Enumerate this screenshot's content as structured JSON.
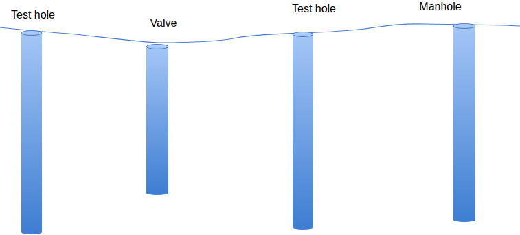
{
  "diagram": {
    "labels": [
      "Test hole",
      "Valve",
      "Test hole",
      "Manhole"
    ]
  }
}
